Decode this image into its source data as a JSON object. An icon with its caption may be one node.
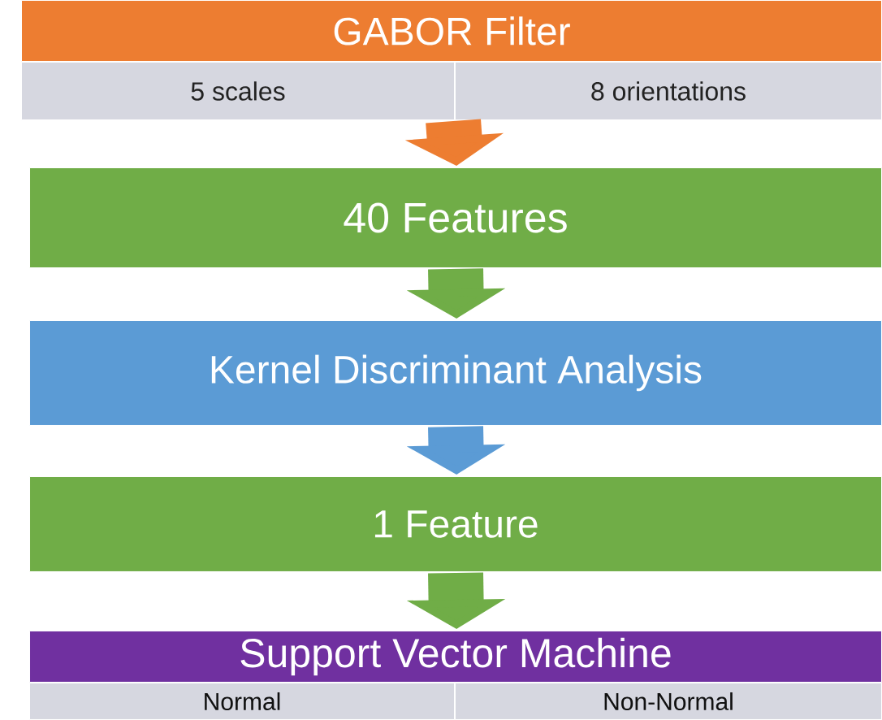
{
  "diagram": {
    "nodes": [
      {
        "text": [
          "GABOR Filter"
        ]
      },
      {
        "text": [
          "5 scales"
        ]
      },
      {
        "text": [
          "8 orientations"
        ]
      },
      {
        "text": [
          "40 Features"
        ]
      },
      {
        "text": [
          "Kernel Discriminant Analysis"
        ]
      },
      {
        "text": [
          "1 Feature"
        ]
      },
      {
        "text": [
          "Support Vector Machine"
        ]
      },
      {
        "text": [
          "Normal"
        ]
      },
      {
        "text": [
          "Non-Normal"
        ]
      }
    ],
    "edges": [
      {
        "from": 1,
        "to": 3,
        "arrow": "to",
        "color": "#ed7d31"
      },
      {
        "from": 2,
        "to": 3,
        "arrow": "to",
        "color": "#ed7d31"
      },
      {
        "from": 3,
        "to": 4,
        "arrow": "to",
        "color": "#70ad47"
      },
      {
        "from": 4,
        "to": 5,
        "arrow": "to",
        "color": "#5b9bd5"
      },
      {
        "from": 5,
        "to": 6,
        "arrow": "to",
        "color": "#70ad47"
      }
    ]
  }
}
